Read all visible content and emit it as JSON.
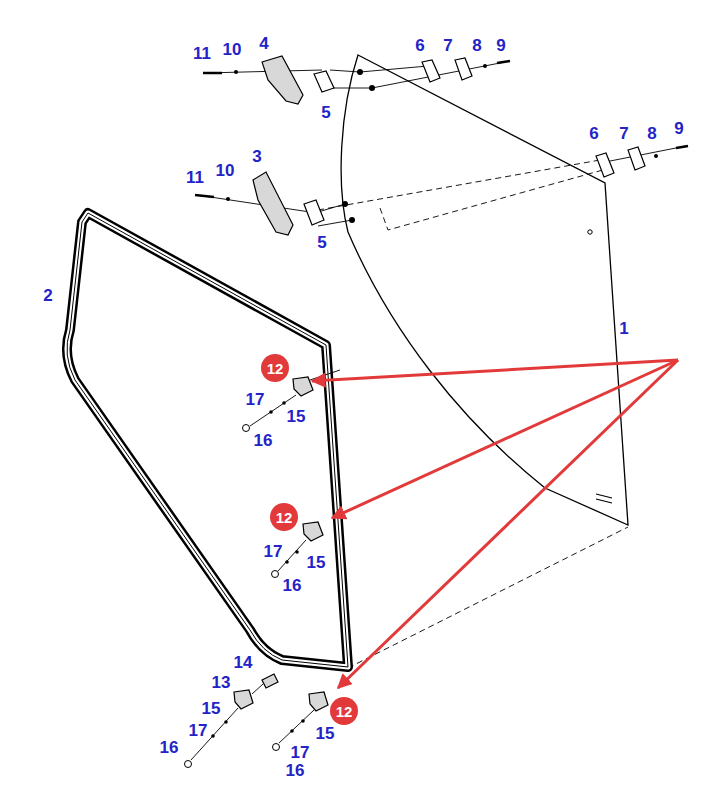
{
  "diagram": {
    "nodes": [
      {
        "text": [
          "12"
        ]
      },
      {
        "text": [
          "12"
        ]
      },
      {
        "text": [
          "12"
        ]
      }
    ],
    "labels": [
      "11",
      "10",
      "4",
      "6",
      "7",
      "8",
      "9",
      "5",
      "6",
      "7",
      "8",
      "9",
      "11",
      "10",
      "3",
      "5",
      "2",
      "1",
      "17",
      "15",
      "16",
      "17",
      "15",
      "16",
      "14",
      "13",
      "15",
      "17",
      "16",
      "15",
      "17",
      "16"
    ]
  }
}
